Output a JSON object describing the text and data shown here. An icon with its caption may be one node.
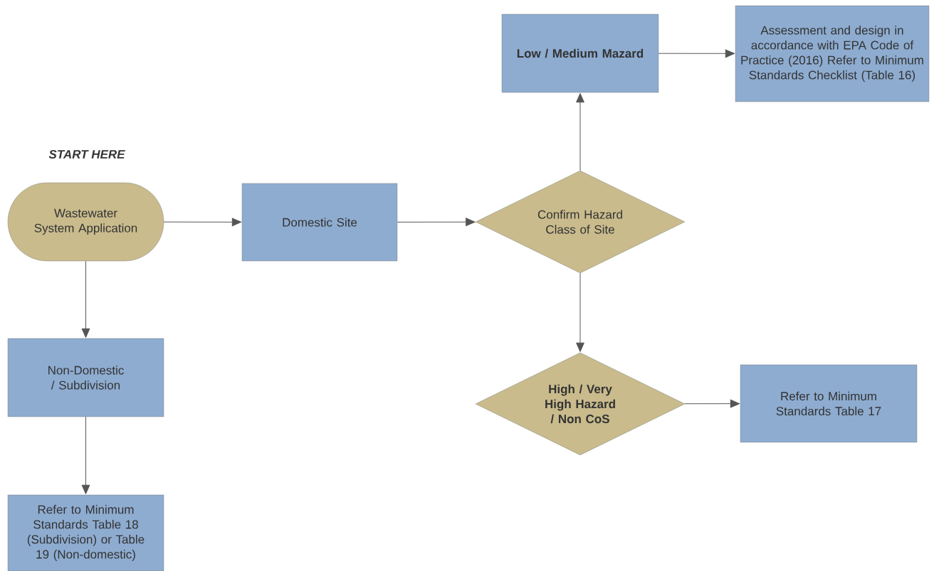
{
  "diagram": {
    "nodes": [
      {
        "text": [
          "Wastewater System Application"
        ]
      },
      {
        "text": [
          "Domestic Site"
        ]
      },
      {
        "text": [
          "Confirm Hazard Class of Site"
        ]
      },
      {
        "text": [
          "Low / Medium Mazard"
        ]
      },
      {
        "text": [
          "Assessment and design in accordance with EPA Code of Practice (2016) Refer to Minimum Standards Checklist (Table 16)"
        ]
      },
      {
        "text": [
          "High / Very High Hazard / Non CoS"
        ]
      },
      {
        "text": [
          "Refer to Minimum Standards Table 17"
        ]
      },
      {
        "text": [
          "Non-Domestic / Subdivision"
        ]
      },
      {
        "text": [
          "Refer to Minimum Standards Table 18 (Subdivision) or Table 19 (Non-domestic)"
        ]
      }
    ],
    "edges": [
      {
        "from": 0,
        "to": 1,
        "arrow": "to"
      },
      {
        "from": 1,
        "to": 2,
        "arrow": "to"
      },
      {
        "from": 2,
        "to": 3,
        "arrow": "to"
      },
      {
        "from": 3,
        "to": 4,
        "arrow": "to"
      },
      {
        "from": 2,
        "to": 5,
        "arrow": "to"
      },
      {
        "from": 5,
        "to": 6,
        "arrow": "to"
      },
      {
        "from": 0,
        "to": 7,
        "arrow": "to"
      },
      {
        "from": 7,
        "to": 8,
        "arrow": "to"
      }
    ],
    "labels": [
      "START HERE"
    ]
  }
}
